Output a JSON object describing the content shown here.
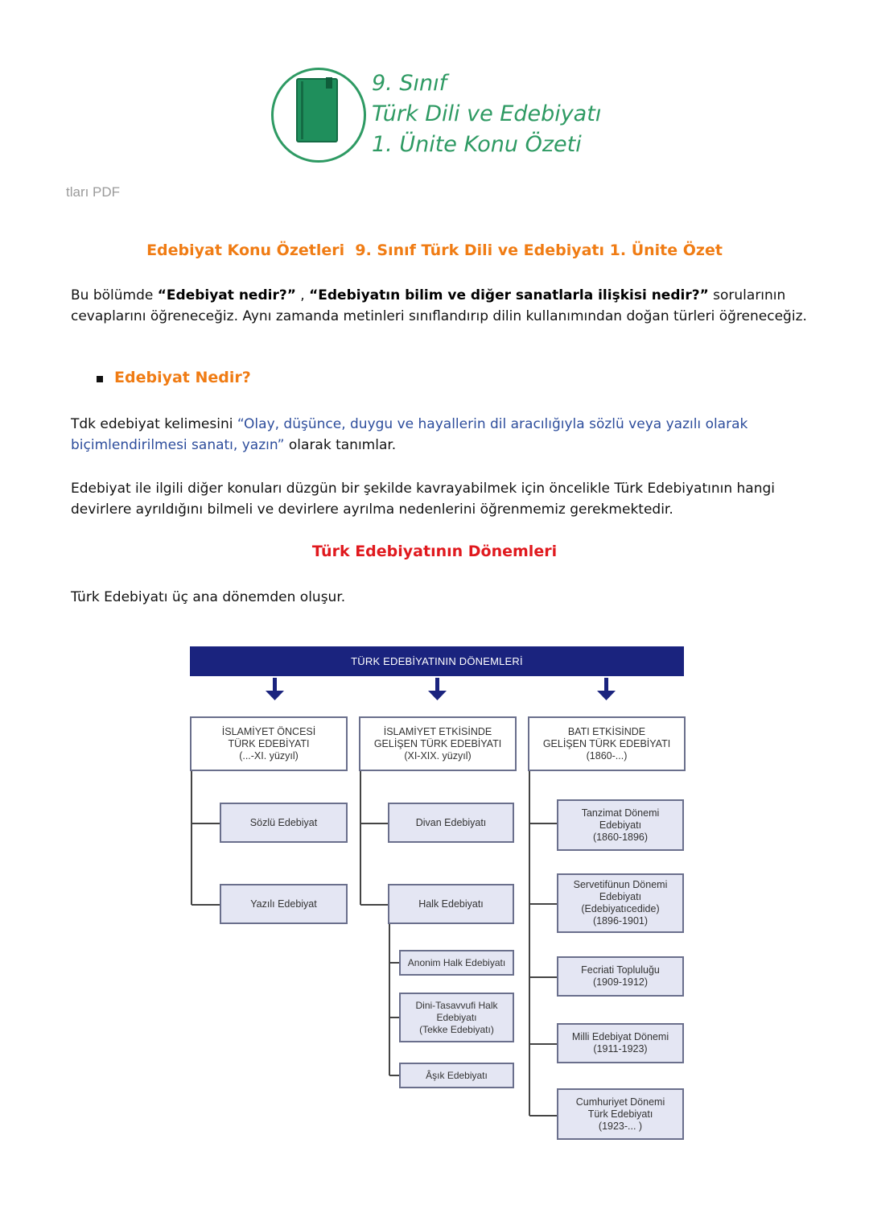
{
  "header": {
    "logo_lines": [
      "9. Sınıf",
      "Türk Dili ve Edebiyatı",
      "1. Ünite Konu Özeti"
    ],
    "pdf_tag": "tları PDF"
  },
  "main_title": "Edebiyat Konu Özetleri  9. Sınıf Türk Dili ve Edebiyatı 1. Ünite Özet",
  "intro": {
    "p1_a": "Bu bölümde ",
    "p1_b": "“Edebiyat nedir?”",
    "p1_c": " , ",
    "p1_d": "“Edebiyatın bilim ve diğer sanatlarla ilişkisi nedir?”",
    "p1_e": " sorularının cevaplarını öğreneceğiz. Aynı zamanda metinleri sınıflandırıp dilin kullanımından doğan türleri öğreneceğiz."
  },
  "section1": {
    "heading": "Edebiyat Nedir?",
    "def_a": "Tdk edebiyat kelimesini ",
    "def_quote": "“Olay, düşünce, duygu ve hayallerin dil aracılığıyla sözlü veya yazılı olarak biçimlendirilmesi sanatı, yazın”",
    "def_c": " olarak tanımlar.",
    "p2": "Edebiyat ile ilgili diğer konuları düzgün bir şekilde kavrayabilmek için öncelikle Türk Edebiyatının hangi devirlere ayrıldığını bilmeli ve devirlere ayrılma nedenlerini öğrenmemiz gerekmektedir."
  },
  "section2": {
    "heading": "Türk Edebiyatının Dönemleri",
    "intro": "Türk Edebiyatı üç ana dönemden oluşur."
  },
  "diagram": {
    "title": "TÜRK EDEBİYATININ DÖNEMLERİ",
    "header_color": "#1a237e",
    "box_fill": "#e4e6f3",
    "columns": [
      {
        "title": [
          "İSLAMİYET ÖNCESİ",
          "TÜRK EDEBİYATI",
          "(...-XI. yüzyıl)"
        ],
        "items": [
          [
            "Sözlü Edebiyat"
          ],
          [
            "Yazılı Edebiyat"
          ]
        ]
      },
      {
        "title": [
          "İSLAMİYET ETKİSİNDE",
          "GELİŞEN TÜRK EDEBİYATI",
          "(XI-XIX. yüzyıl)"
        ],
        "items": [
          [
            "Divan Edebiyatı"
          ],
          [
            "Halk Edebiyatı"
          ]
        ],
        "subitems": [
          [
            "Anonim Halk Edebiyatı"
          ],
          [
            "Dini-Tasavvufi Halk",
            "Edebiyatı",
            "(Tekke Edebiyatı)"
          ],
          [
            "Âşık Edebiyatı"
          ]
        ]
      },
      {
        "title": [
          "BATI ETKİSİNDE",
          "GELİŞEN TÜRK EDEBİYATI",
          "(1860-...)"
        ],
        "items": [
          [
            "Tanzimat Dönemi",
            "Edebiyatı",
            "(1860-1896)"
          ],
          [
            "Servetifünun Dönemi",
            "Edebiyatı",
            "(Edebiyatıcedide)",
            "(1896-1901)"
          ],
          [
            "Fecriati Topluluğu",
            "(1909-1912)"
          ],
          [
            "Milli Edebiyat Dönemi",
            "(1911-1923)"
          ],
          [
            "Cumhuriyet Dönemi",
            "Türk Edebiyatı",
            "(1923-... )"
          ]
        ]
      }
    ]
  }
}
